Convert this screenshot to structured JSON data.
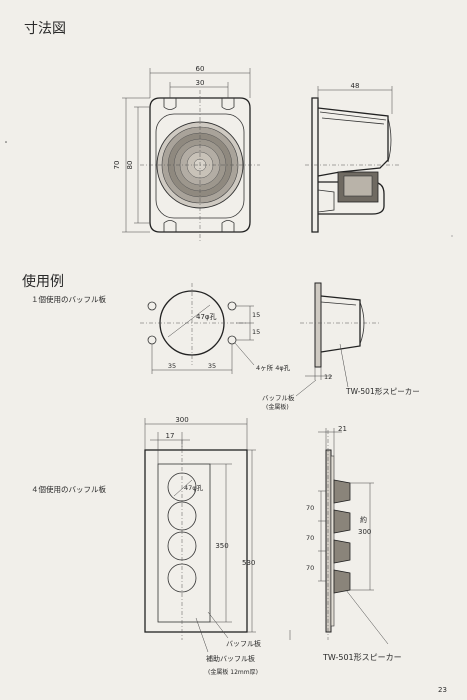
{
  "headings": {
    "dimensions": "寸法図",
    "usage": "使用例"
  },
  "front_view": {
    "dim_width": "60",
    "dim_inner": "30",
    "dim_height_outer": "80",
    "dim_height_inner": "70"
  },
  "side_view": {
    "dim_depth": "48"
  },
  "usage_single": {
    "caption": "１個使用のバッフル板",
    "hole_dia": "47φ孔",
    "dim_left": "35",
    "dim_right": "35",
    "dim_v1": "15",
    "dim_v2": "15",
    "mount_holes": "4ヶ所 4φ孔",
    "baffle_thickness": "12",
    "baffle_label": "バッフル板",
    "baffle_material": "(金属板)",
    "speaker_label": "TW-501形スピーカー"
  },
  "usage_four": {
    "caption": "４個使用のバッフル板",
    "dim_width": "300",
    "dim_col": "17",
    "hole_dia": "47φ孔",
    "dim_350": "350",
    "dim_530": "530",
    "baffle_label": "バッフル板",
    "aux_baffle_label": "補助バッフル板",
    "aux_baffle_material": "(金属板 12mm厚)",
    "side_dim_top": "21",
    "pitch_1": "70",
    "pitch_2": "70",
    "pitch_3": "70",
    "approx": "約",
    "approx_value": "300",
    "speaker_label": "TW-501形スピーカー"
  },
  "page_number": "23"
}
